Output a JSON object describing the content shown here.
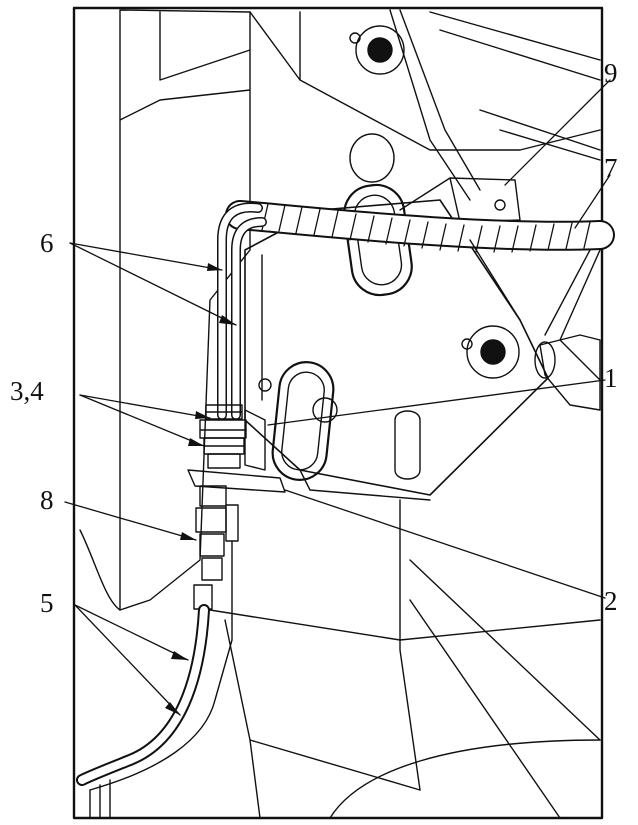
{
  "figure": {
    "callouts": [
      {
        "id": "c1",
        "label": "1"
      },
      {
        "id": "c2",
        "label": "2"
      },
      {
        "id": "c34",
        "label": "3,4"
      },
      {
        "id": "c5",
        "label": "5"
      },
      {
        "id": "c6",
        "label": "6"
      },
      {
        "id": "c7",
        "label": "7"
      },
      {
        "id": "c8",
        "label": "8"
      },
      {
        "id": "c9",
        "label": "9"
      }
    ]
  },
  "colors": {
    "ink": "#111111",
    "paper": "#ffffff",
    "shade": "#e8e8e8"
  }
}
